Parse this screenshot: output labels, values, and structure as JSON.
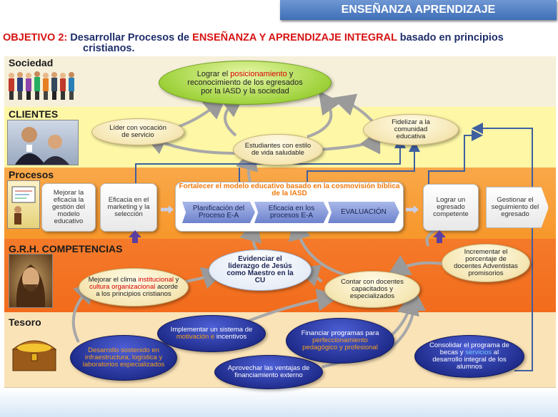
{
  "header": {
    "title": "ENSEÑANZA APRENDIZAJE"
  },
  "objective": {
    "prefix": "OBJETIVO 2:",
    "text_a": " Desarrollar Procesos de ",
    "highlight": "ENSEÑANZA Y APRENDIZAJE INTEGRAL",
    "text_b": " basado en principios",
    "line2": "cristianos."
  },
  "rows": {
    "sociedad": "Sociedad",
    "clientes": "CLIENTES",
    "procesos": "Procesos",
    "grh": "G.R.H. COMPETENCIAS",
    "tesoro": "Tesoro"
  },
  "colors": {
    "sociedad_bg": "#f6f0da",
    "clientes_bg": "#fdf7a6",
    "procesos_bg": "#f7972a",
    "grh_bg": "#f26c1c",
    "tesoro_bg": "#fbe3b8",
    "navy": "#1e2b8a",
    "green": "#9fd23c"
  },
  "icons": {
    "sociedad": "people-group-icon",
    "clientes": "business-people-icon",
    "procesos": "process-flow-icon",
    "grh": "jesus-portrait-icon",
    "tesoro": "treasure-chest-icon"
  },
  "sociedad": {
    "goal_l1": "Lograr el ",
    "goal_hl": "posicionamiento",
    "goal_l1b": "  y",
    "goal_l2": "reconocimiento de los egresados",
    "goal_l3": "por la IASD  y  la sociedad"
  },
  "clientes": {
    "lider": "Líder con vocación de servicio",
    "estudiantes": "Estudiantes con estilo de vida saludable",
    "fidelizar": "Fidelizar a la comunidad educativa"
  },
  "procesos": {
    "mejorar": "Mejorar la eficacia la gestión del modelo educativo",
    "marketing": "Eficacia en el marketing y la selección",
    "panel_title": "Fortalecer el modelo educativo basado en la cosmovisión bíblica de la IASD",
    "planificacion": "Planificación del Proceso E-A",
    "eficacia_ea": "Eficacia en los procesos E-A",
    "evaluacion": "EVALUACIÓN",
    "lograr": "Lograr un egresado competente",
    "gestionar": "Gestionar el seguimiento del egresado"
  },
  "grh": {
    "evidenciar": "Evidenciar el liderazgo de Jesús como Maestro en la CU",
    "clima_a": "Mejorar el clima ",
    "clima_hl1": "institucional",
    "clima_b": " y ",
    "clima_hl2": "cultura organizacional",
    "clima_c": " acorde a los principios cristianos",
    "contar": "Contar  con docentes capacitados y especializados",
    "incrementar": "Incrementar el porcentaje de docentes Adventistas promisorios"
  },
  "tesoro": {
    "desarrollo": "Desarrollo sostenido en infraestructura, logística y laboratorios especializados",
    "implementar_a": "Implementar un sistema de ",
    "implementar_hl": "motivación e",
    "implementar_b": " incentivos",
    "aprovechar": "Aprovechar  las ventajas de financiamiento externo",
    "financiar_a": "Financiar programas para ",
    "financiar_hl": "perfeccionamiento pedagógico y profesional",
    "consolidar_a": "Consolidar el programa de becas y ",
    "consolidar_hl": "servicios",
    "consolidar_b": " al desarrollo integral de los alumnos"
  }
}
